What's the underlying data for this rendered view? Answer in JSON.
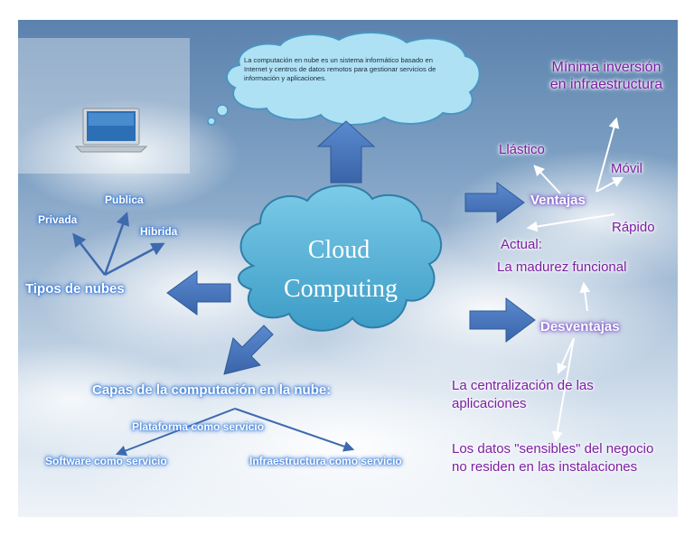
{
  "center": {
    "line1": "Cloud",
    "line2": "Computing"
  },
  "definition": "La computación en nube es un sistema informático basado en Internet y centros de datos remotos para gestionar servicios de información y aplicaciones.",
  "types": {
    "title": "Tipos de nubes",
    "items": [
      "Privada",
      "Publica",
      "Hibrida"
    ]
  },
  "layers": {
    "title": "Capas de la computación en la nube:",
    "items": [
      "Plataforma como servicio",
      "Software como servicio",
      "Infraestructura como servicio"
    ]
  },
  "ventajas": {
    "title": "Ventajas",
    "items": [
      "Mínima inversión en infraestructura",
      "Llástico",
      "Móvil",
      "Rápido"
    ]
  },
  "actual": {
    "title": "Actual:",
    "item": "La madurez funcional"
  },
  "desventajas": {
    "title": "Desventajas",
    "items": [
      "La centralización de las aplicaciones",
      "Los datos \"sensibles\" del negocio no residen en las instalaciones"
    ]
  },
  "colors": {
    "arrow_fill": "#4a78bd",
    "center_cloud": "#5ab0d4",
    "definition_cloud": "#aee1f4",
    "purple_text": "#7b1fa2",
    "glow_blue": "#2b6fd0"
  }
}
